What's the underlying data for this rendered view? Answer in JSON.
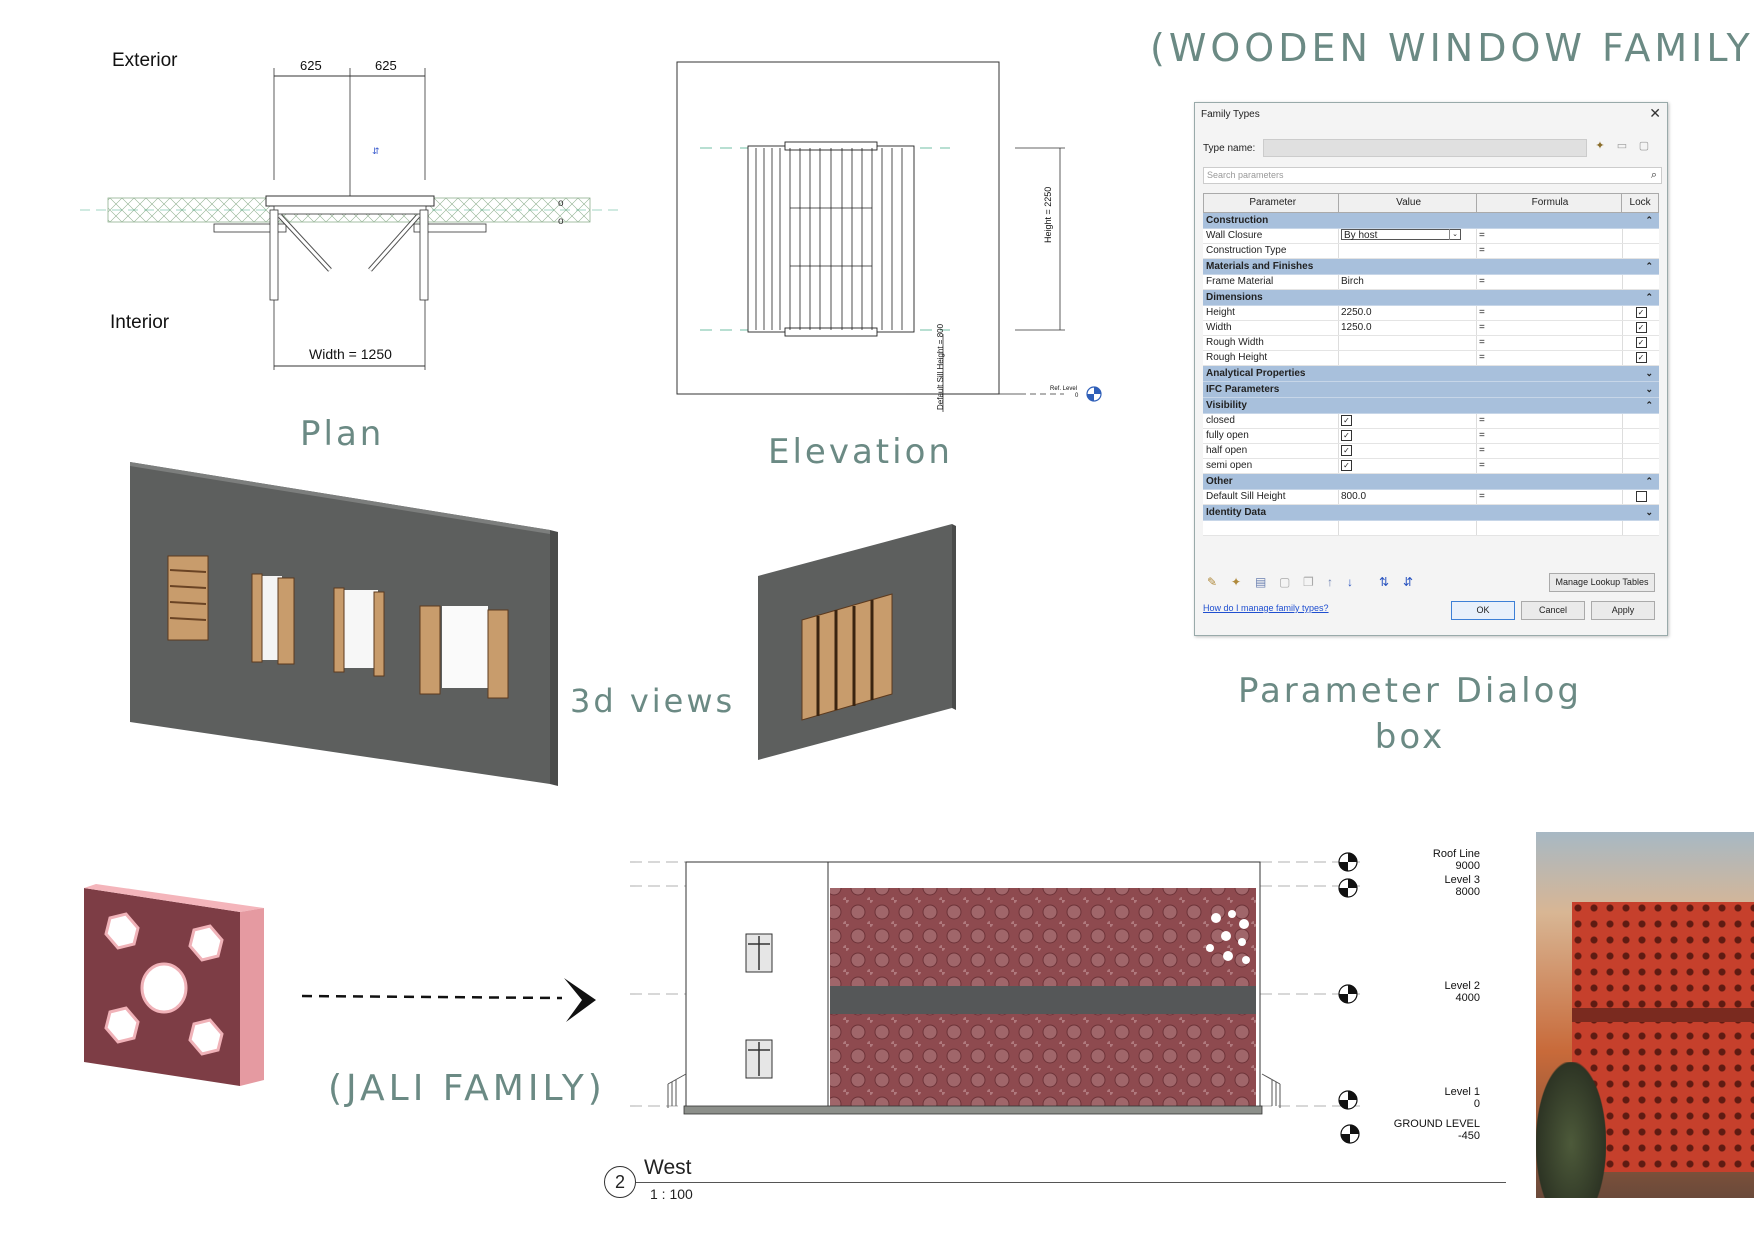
{
  "titles": {
    "main": "(WOODEN WINDOW FAMILY)",
    "plan": "Plan",
    "elevation": "Elevation",
    "views3d": "3d views",
    "param_dialog": "Parameter Dialog box",
    "jali": "(JALI FAMILY)"
  },
  "plan": {
    "exterior": "Exterior",
    "interior": "Interior",
    "dim_left": "625",
    "dim_right": "625",
    "width_label": "Width = 1250"
  },
  "elevation": {
    "height_label": "Height = 2250",
    "sill_label": "Default Sill Height = 800",
    "ref_level": "Ref. Level",
    "ref_level_value": "0"
  },
  "dialog": {
    "title": "Family Types",
    "close": "✕",
    "type_name_label": "Type name:",
    "search_placeholder": "Search parameters",
    "columns": [
      "Parameter",
      "Value",
      "Formula",
      "Lock"
    ],
    "groups": [
      {
        "name": "Construction",
        "expanded": true,
        "rows": [
          {
            "param": "Wall Closure",
            "value": "By host",
            "formula": "=",
            "lock": "none",
            "dropdown": true
          },
          {
            "param": "Construction Type",
            "value": "",
            "formula": "=",
            "lock": "none"
          }
        ]
      },
      {
        "name": "Materials and Finishes",
        "expanded": true,
        "rows": [
          {
            "param": "Frame Material",
            "value": "Birch",
            "formula": "=",
            "lock": "none"
          }
        ]
      },
      {
        "name": "Dimensions",
        "expanded": true,
        "rows": [
          {
            "param": "Height",
            "value": "2250.0",
            "formula": "=",
            "lock": "checked"
          },
          {
            "param": "Width",
            "value": "1250.0",
            "formula": "=",
            "lock": "checked"
          },
          {
            "param": "Rough Width",
            "value": "",
            "formula": "=",
            "lock": "checked"
          },
          {
            "param": "Rough Height",
            "value": "",
            "formula": "=",
            "lock": "checked"
          }
        ]
      },
      {
        "name": "Analytical Properties",
        "expanded": false,
        "rows": []
      },
      {
        "name": "IFC Parameters",
        "expanded": false,
        "rows": []
      },
      {
        "name": "Visibility",
        "expanded": true,
        "rows": [
          {
            "param": "closed",
            "value": "checked",
            "formula": "=",
            "lock": "none"
          },
          {
            "param": "fully open",
            "value": "checked",
            "formula": "=",
            "lock": "none"
          },
          {
            "param": "half open",
            "value": "checked",
            "formula": "=",
            "lock": "none"
          },
          {
            "param": "semi open",
            "value": "checked",
            "formula": "=",
            "lock": "none"
          }
        ]
      },
      {
        "name": "Other",
        "expanded": true,
        "rows": [
          {
            "param": "Default Sill Height",
            "value": "800.0",
            "formula": "=",
            "lock": "unchecked"
          }
        ]
      },
      {
        "name": "Identity Data",
        "expanded": false,
        "rows": []
      }
    ],
    "manage_lookup": "Manage Lookup Tables",
    "help_link": "How do I manage family types?",
    "ok": "OK",
    "cancel": "Cancel",
    "apply": "Apply"
  },
  "west_elevation": {
    "view_number": "2",
    "view_name": "West",
    "scale": "1 : 100",
    "levels": [
      {
        "name": "Roof Line",
        "value": "9000"
      },
      {
        "name": "Level 3",
        "value": "8000"
      },
      {
        "name": "Level 2",
        "value": "4000"
      },
      {
        "name": "Level 1",
        "value": "0"
      },
      {
        "name": "GROUND LEVEL",
        "value": "-450"
      }
    ]
  },
  "colors": {
    "heading": "#6b8a84",
    "wall_grey": "#5d5f5e",
    "jali_red": "#8e4a4f",
    "jali_pink": "#e9a2a8",
    "group_blue": "#a8c0dc"
  }
}
